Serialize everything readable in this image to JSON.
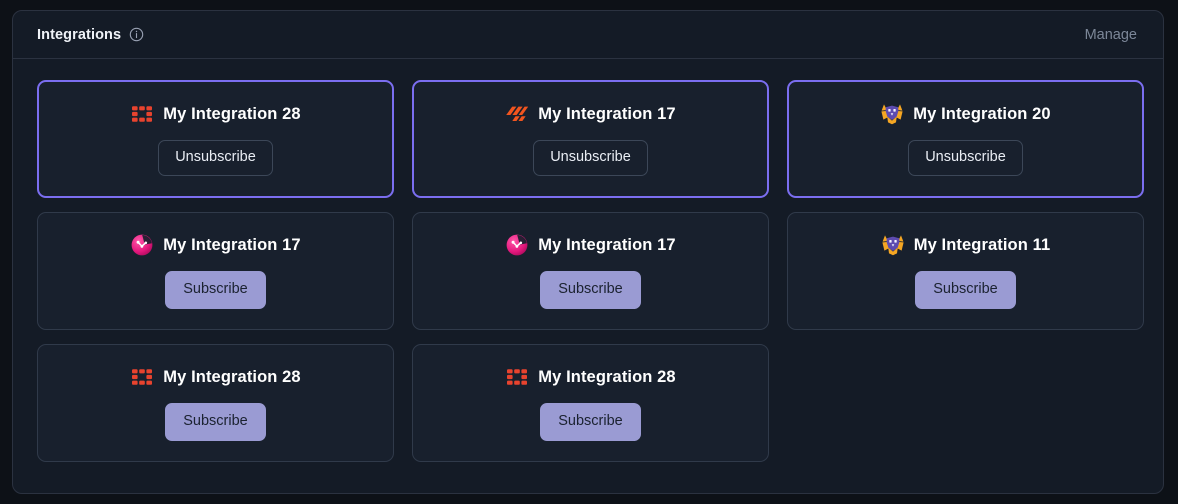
{
  "header": {
    "title": "Integrations",
    "info_icon": "info-circle-icon",
    "manage_label": "Manage"
  },
  "colors": {
    "page_background": "#0d1117",
    "panel_background": "#141b26",
    "panel_border": "#2b3240",
    "card_background": "#18202d",
    "card_border": "#303a4a",
    "card_border_active": "#7b6ef0",
    "subscribe_button": "#9a9bd3",
    "subscribe_button_text": "#1b2230",
    "unsubscribe_button_border": "#3c4758",
    "title_text": "#f0f3f8",
    "manage_text": "#7c8798",
    "card_name_text": "#ffffff",
    "logo_red": "#e8432e",
    "logo_orange": "#f2551f",
    "logo_pink": "#e4187d",
    "logo_purple": "#5d4bb0",
    "logo_gold": "#f5a623"
  },
  "buttons": {
    "subscribe_label": "Subscribe",
    "unsubscribe_label": "Unsubscribe"
  },
  "cards": [
    {
      "name": "My Integration 28",
      "logo": "grid-squares-icon",
      "subscribed": true,
      "action": "Unsubscribe"
    },
    {
      "name": "My Integration 17",
      "logo": "slanted-bars-icon",
      "subscribed": true,
      "action": "Unsubscribe"
    },
    {
      "name": "My Integration 20",
      "logo": "fox-tanuki-icon",
      "subscribed": true,
      "action": "Unsubscribe"
    },
    {
      "name": "My Integration 17",
      "logo": "pink-dog-icon",
      "subscribed": false,
      "action": "Subscribe"
    },
    {
      "name": "My Integration 17",
      "logo": "pink-dog-icon",
      "subscribed": false,
      "action": "Subscribe"
    },
    {
      "name": "My Integration 11",
      "logo": "fox-tanuki-icon",
      "subscribed": false,
      "action": "Subscribe"
    },
    {
      "name": "My Integration 28",
      "logo": "grid-squares-icon",
      "subscribed": false,
      "action": "Subscribe"
    },
    {
      "name": "My Integration 28",
      "logo": "grid-squares-icon",
      "subscribed": false,
      "action": "Subscribe"
    }
  ]
}
